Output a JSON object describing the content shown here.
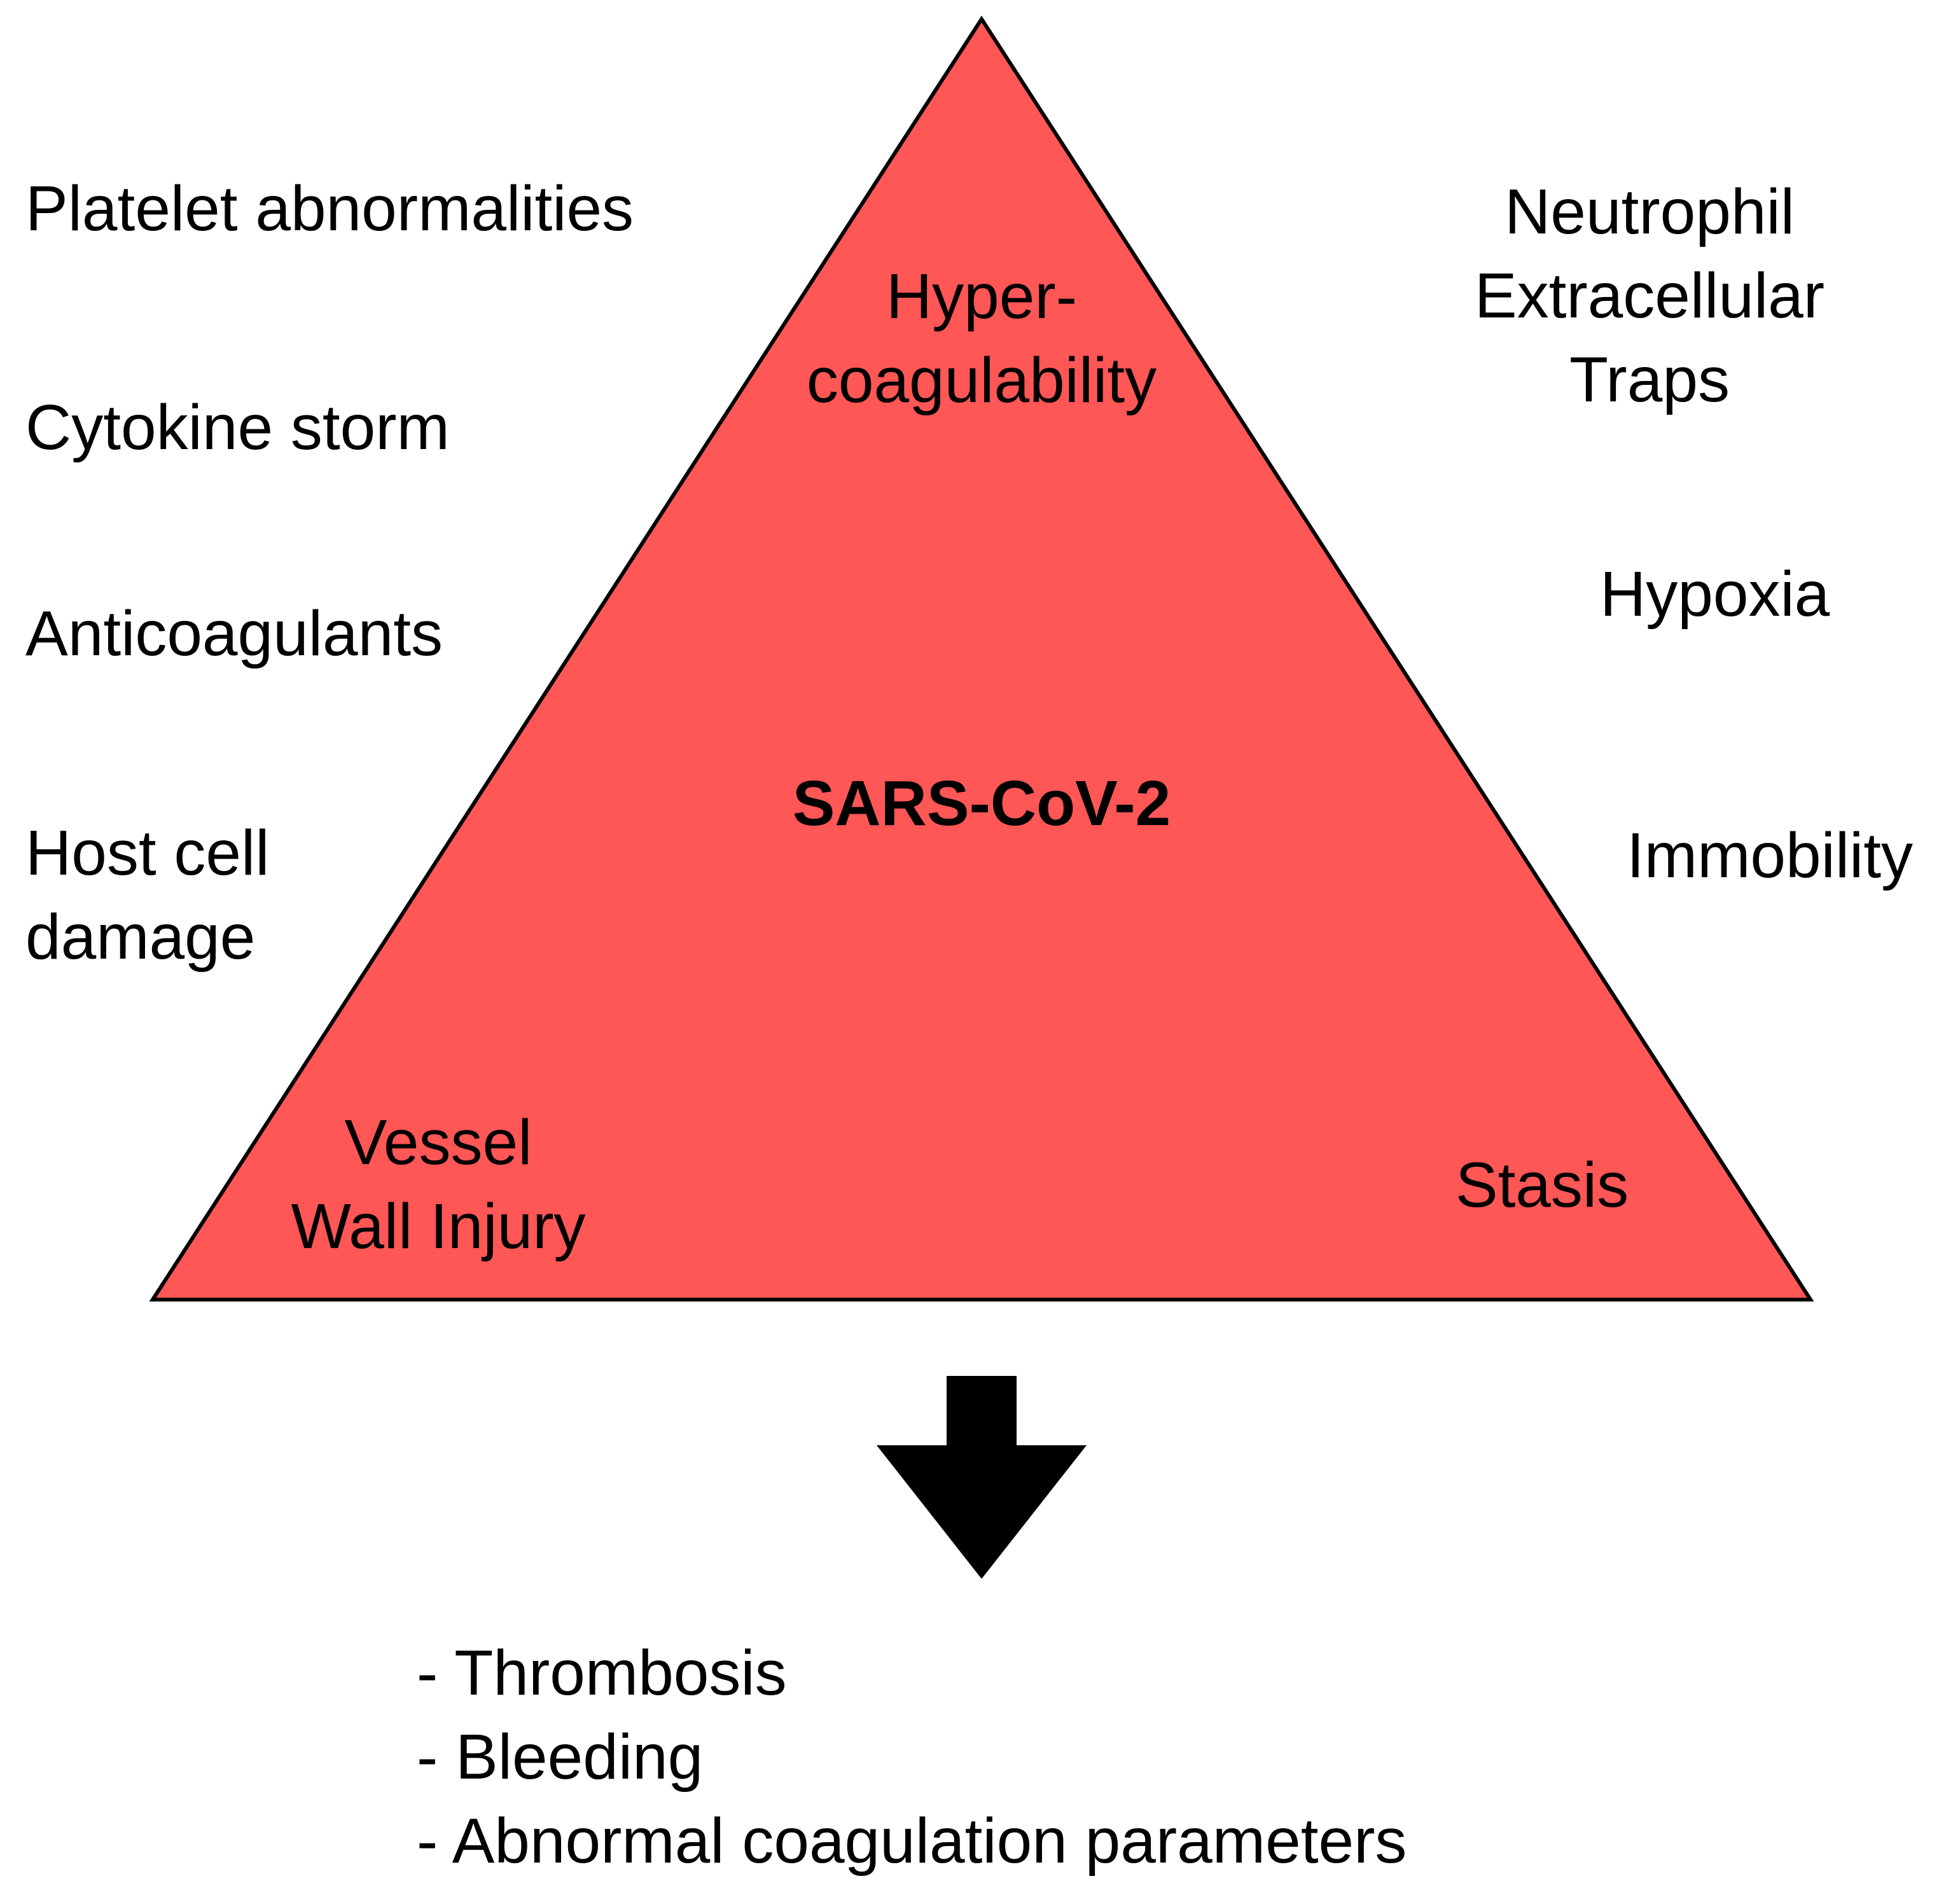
{
  "triangle": {
    "fill_color": "#ff5656",
    "stroke_color": "#000000",
    "corners": {
      "top": "Hyper-\ncoagulability",
      "bottom_left": "Vessel\nWall Injury",
      "bottom_right": "Stasis"
    },
    "center": "SARS-CoV-2"
  },
  "left_factors": [
    "Platelet abnormalities",
    "Cytokine storm",
    "Anticoagulants",
    "Host cell\ndamage"
  ],
  "right_factors": [
    "Neutrophil\nExtracellular\nTraps",
    "Hypoxia",
    "Immobility"
  ],
  "arrow": {
    "icon": "down-arrow-icon",
    "color": "#000000"
  },
  "outcomes": [
    "- Thrombosis",
    "- Bleeding",
    "- Abnormal coagulation parameters"
  ]
}
